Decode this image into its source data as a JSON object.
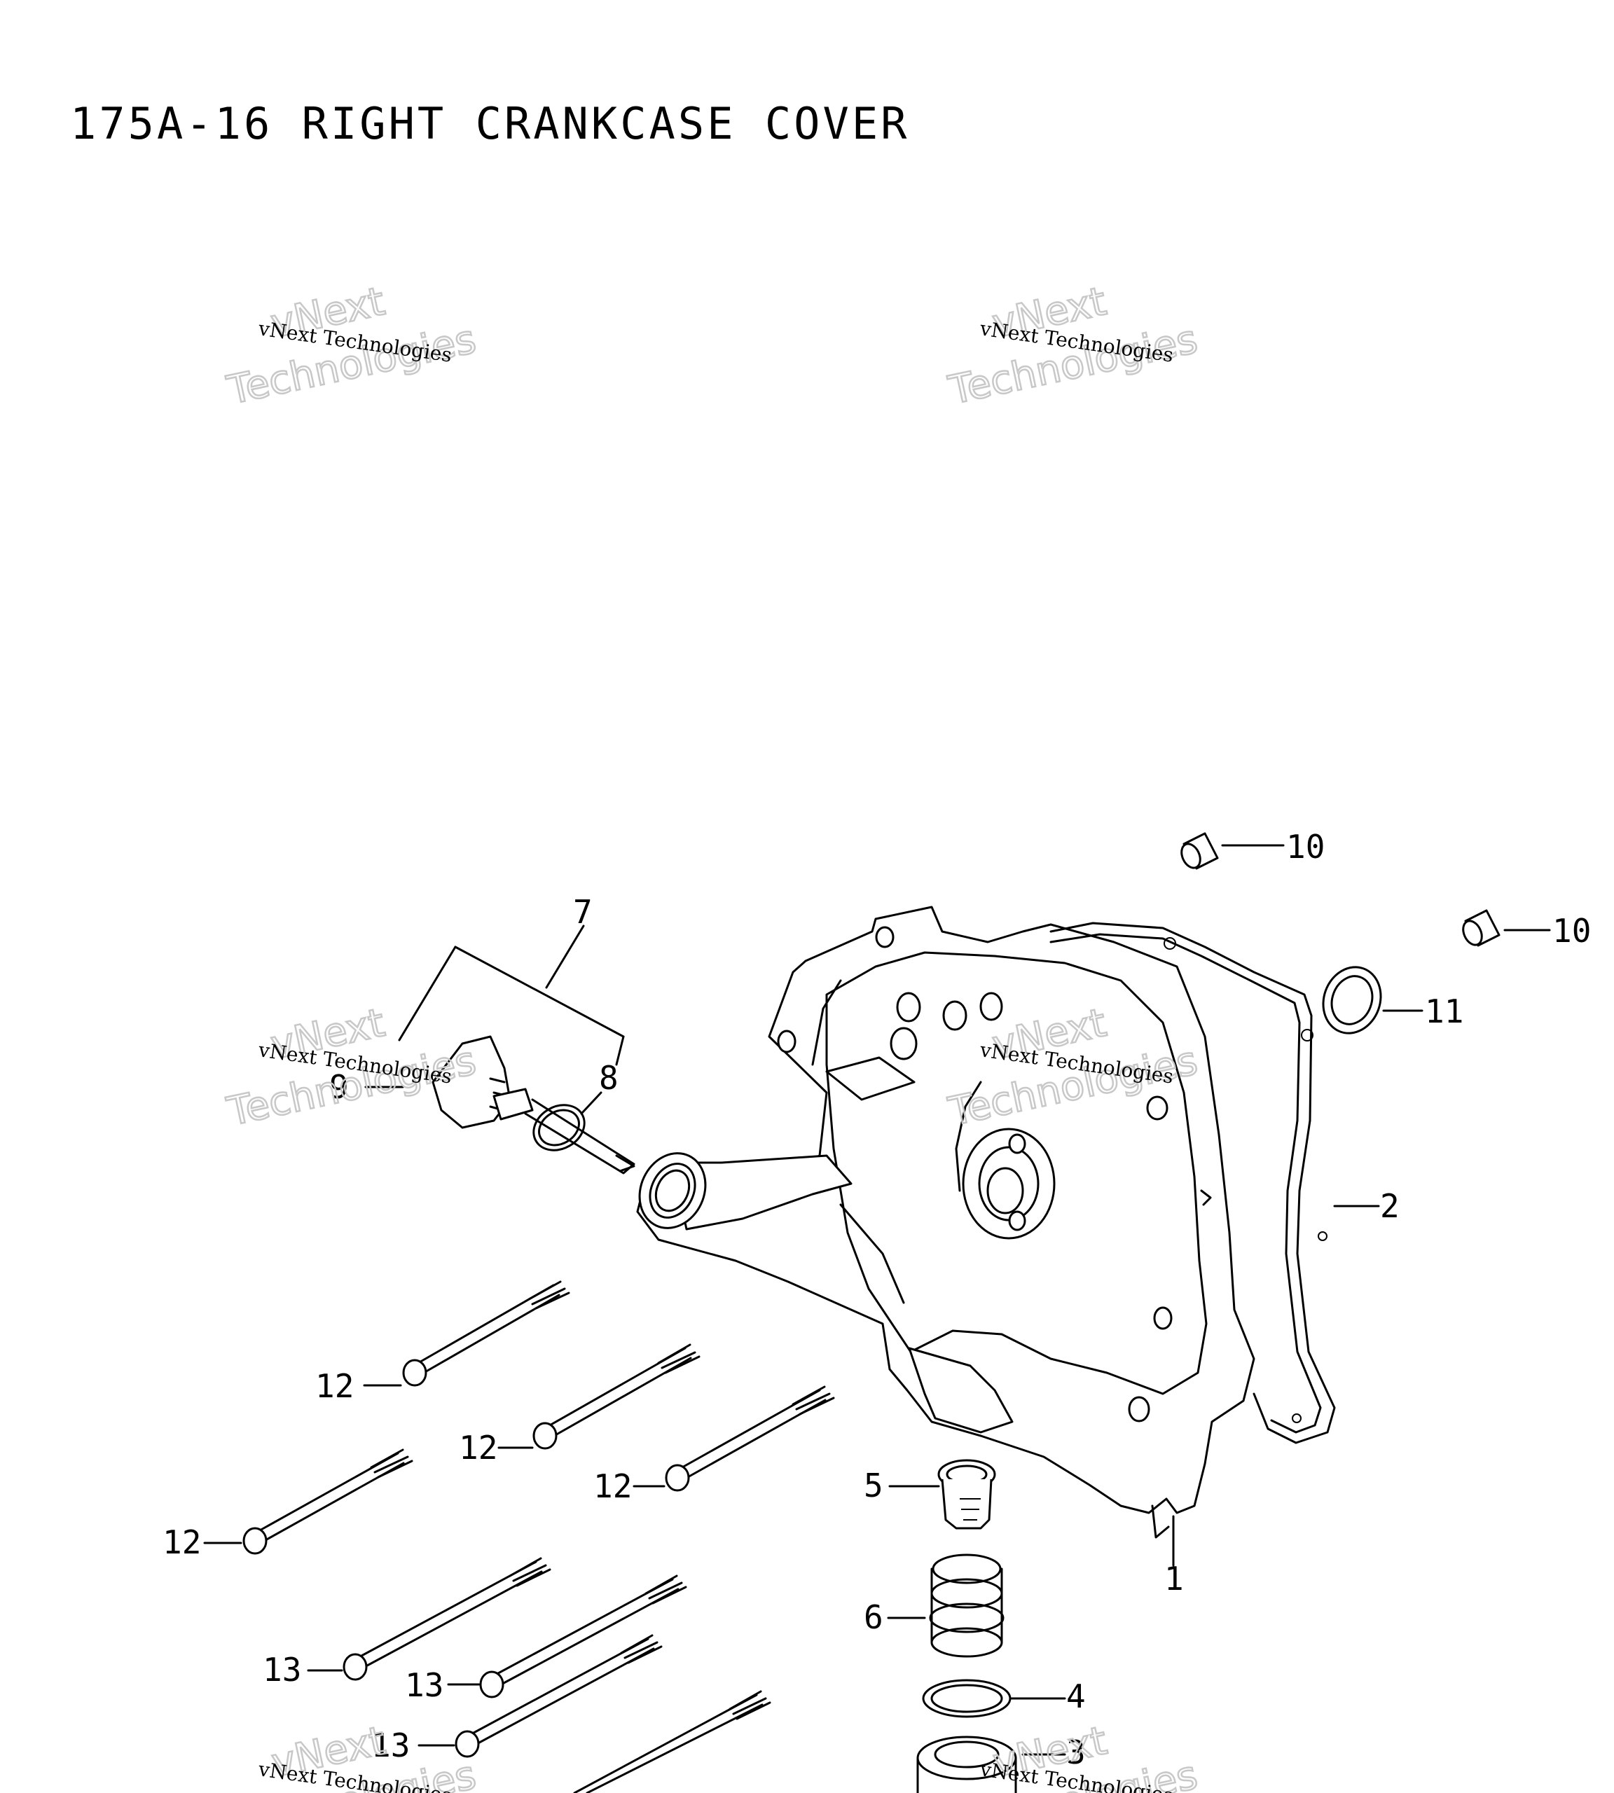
{
  "title": "175A-16 RIGHT CRANKCASE COVER",
  "watermark": {
    "line1": "vNext",
    "line2": "Technologies",
    "small": "vNext Technologies"
  },
  "labels": {
    "p1": "1",
    "p2": "2",
    "p3": "3",
    "p4": "4",
    "p5": "5",
    "p6": "6",
    "p7": "7",
    "p8": "8",
    "p9": "9",
    "p10a": "10",
    "p10b": "10",
    "p11": "11",
    "p12a": "12",
    "p12b": "12",
    "p12c": "12",
    "p12d": "12",
    "p13a": "13",
    "p13b": "13",
    "p13c": "13"
  },
  "colors": {
    "ink": "#000000",
    "watermark": "#c8c8c8",
    "background": "#ffffff"
  }
}
